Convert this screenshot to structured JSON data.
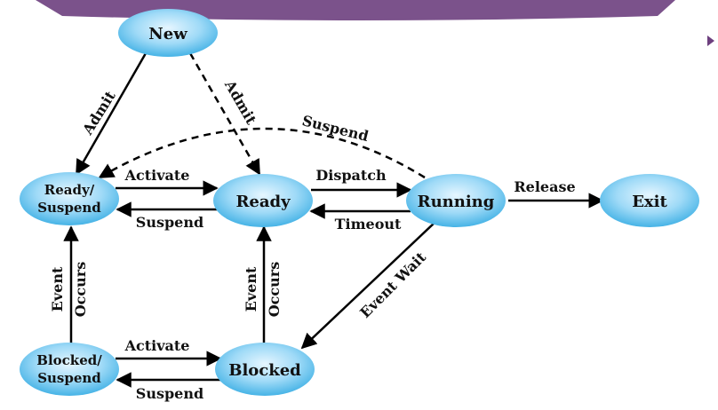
{
  "colors": {
    "state_fill_light": "#e6f6ff",
    "state_fill_dark": "#46b3e6",
    "edge": "#000000",
    "top_bar": "#6d3f7e"
  },
  "states": {
    "new": {
      "label": "New"
    },
    "ready_suspend": {
      "line1": "Ready/",
      "line2": "Suspend"
    },
    "ready": {
      "label": "Ready"
    },
    "running": {
      "label": "Running"
    },
    "exit": {
      "label": "Exit"
    },
    "blocked_suspend": {
      "line1": "Blocked/",
      "line2": "Suspend"
    },
    "blocked": {
      "label": "Blocked"
    }
  },
  "transitions": {
    "admit_left": "Admit",
    "admit_right": "Admit",
    "suspend_arc": "Suspend",
    "activate_top": "Activate",
    "suspend_top": "Suspend",
    "dispatch": "Dispatch",
    "timeout": "Timeout",
    "release": "Release",
    "event_wait": "Event Wait",
    "event_left": "Event",
    "occurs_left": "Occurs",
    "event_mid": "Event",
    "occurs_mid": "Occurs",
    "activate_bottom": "Activate",
    "suspend_bottom": "Suspend"
  }
}
